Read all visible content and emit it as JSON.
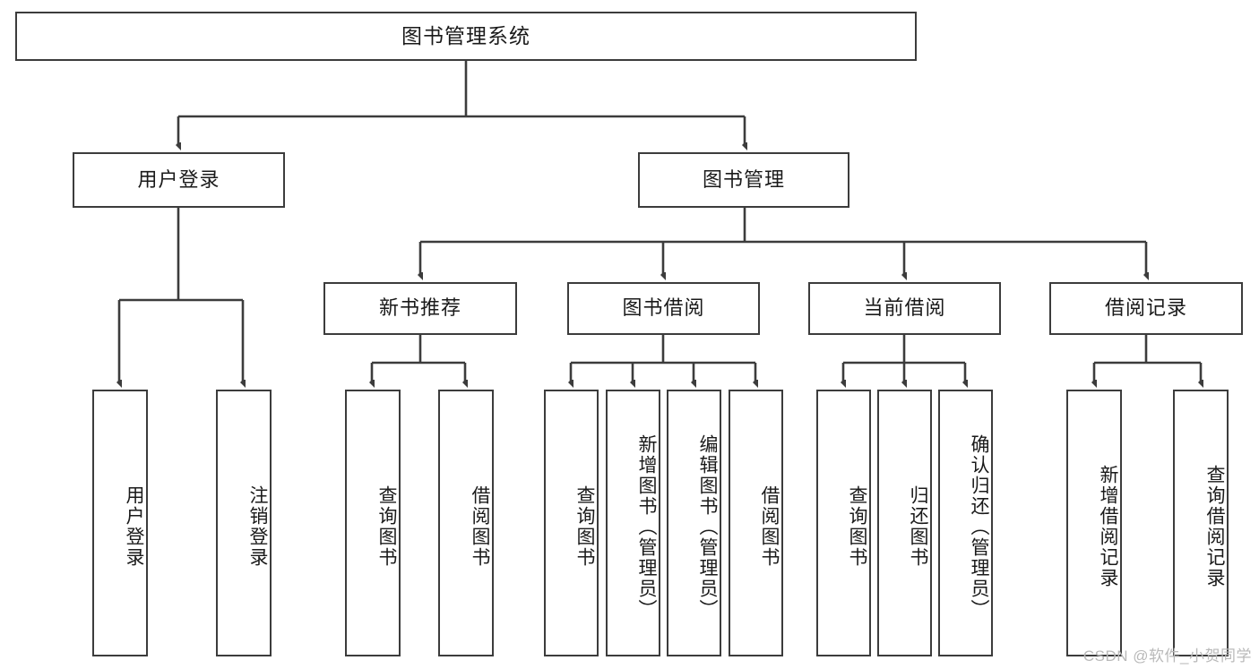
{
  "diagram": {
    "title": "图书管理系统",
    "type": "tree-hierarchy-chart",
    "watermark": "CSDN @软件_小贺同学",
    "colors": {
      "box_border": "#3c3c3c",
      "box_fill": "#ffffff",
      "connector": "#3c3c3c",
      "text": "#1a1a1a",
      "watermark": "#b9b9b9"
    },
    "levels": {
      "level1": [
        {
          "id": "root",
          "label": "图书管理系统"
        }
      ],
      "level2": [
        {
          "id": "user-login",
          "label": "用户登录"
        },
        {
          "id": "book-manage",
          "label": "图书管理"
        }
      ],
      "level3": [
        {
          "id": "new-book-rec",
          "label": "新书推荐"
        },
        {
          "id": "book-borrow",
          "label": "图书借阅"
        },
        {
          "id": "current-borrow",
          "label": "当前借阅"
        },
        {
          "id": "borrow-record",
          "label": "借阅记录"
        }
      ],
      "level4": [
        {
          "id": "leaf-user-login",
          "label": "用户登录",
          "parent": "user-login"
        },
        {
          "id": "leaf-logout-login",
          "label": "注销登录",
          "parent": "user-login"
        },
        {
          "id": "leaf-query-book-1",
          "label": "查询图书",
          "parent": "new-book-rec"
        },
        {
          "id": "leaf-borrow-book-1",
          "label": "借阅图书",
          "parent": "new-book-rec"
        },
        {
          "id": "leaf-query-book-2",
          "label": "查询图书",
          "parent": "book-borrow"
        },
        {
          "id": "leaf-add-book",
          "label": "新增图书（管理员）",
          "parent": "book-borrow"
        },
        {
          "id": "leaf-edit-book",
          "label": "编辑图书（管理员）",
          "parent": "book-borrow"
        },
        {
          "id": "leaf-borrow-book-2",
          "label": "借阅图书",
          "parent": "book-borrow"
        },
        {
          "id": "leaf-query-book-3",
          "label": "查询图书",
          "parent": "current-borrow"
        },
        {
          "id": "leaf-return-book",
          "label": "归还图书",
          "parent": "current-borrow"
        },
        {
          "id": "leaf-confirm-return",
          "label": "确认归还（管理员）",
          "parent": "current-borrow"
        },
        {
          "id": "leaf-add-record",
          "label": "新增借阅记录",
          "parent": "borrow-record"
        },
        {
          "id": "leaf-query-record",
          "label": "查询借阅记录",
          "parent": "borrow-record"
        }
      ]
    }
  }
}
